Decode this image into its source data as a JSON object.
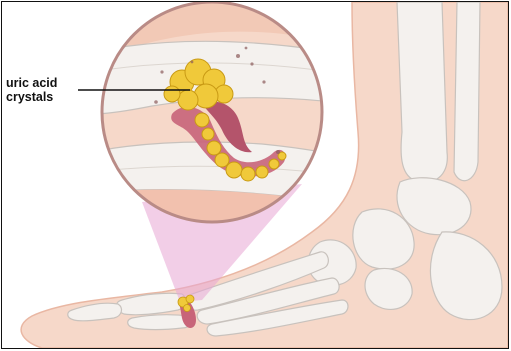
{
  "annotation": {
    "lines": [
      "uric acid",
      "crystals"
    ]
  },
  "colors": {
    "skin": "#f6d8c9",
    "skin_outline": "#e9b7a3",
    "bone": "#f4f1ee",
    "bone_outline": "#c8c2bd",
    "crystals": "#f0c93a",
    "crystals_outline": "#c99a14",
    "inflamed_tissue": "#c86479",
    "magnifier_border": "#b98b86",
    "zoom_cone": "#e7a6d3"
  },
  "icons": [
    "magnifier-circle",
    "foot-illustration"
  ]
}
